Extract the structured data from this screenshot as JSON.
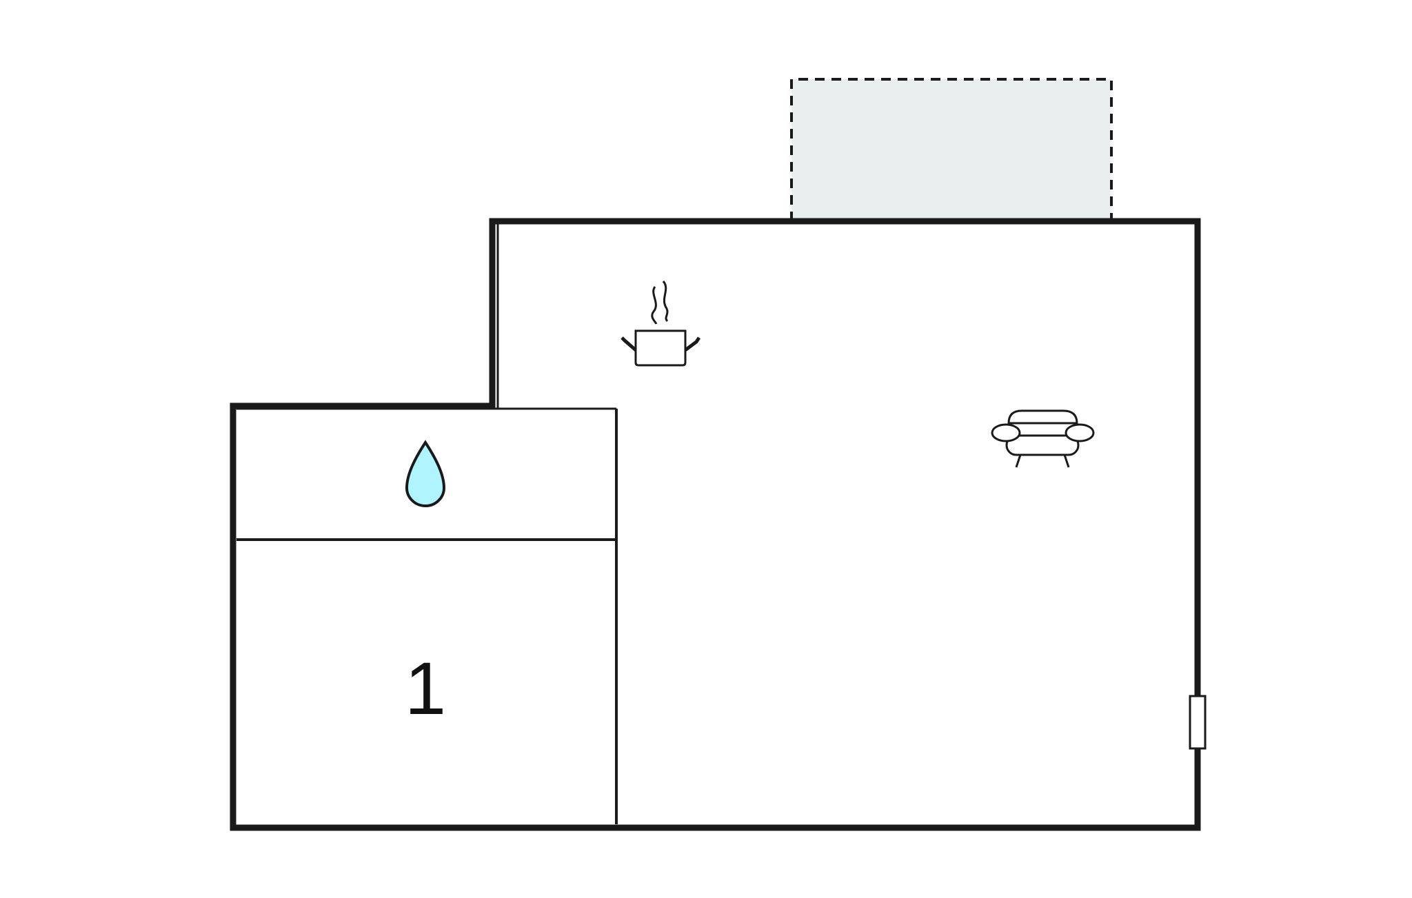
{
  "floorplan": {
    "rooms": [
      {
        "id": "bathroom",
        "icon": "water-drop-icon",
        "label": ""
      },
      {
        "id": "bedroom",
        "icon": "",
        "label": "1"
      },
      {
        "id": "kitchen-living",
        "icon": "cooking-pot-icon",
        "label": ""
      },
      {
        "id": "living-area",
        "icon": "sofa-icon",
        "label": ""
      },
      {
        "id": "terrace",
        "icon": "",
        "label": ""
      }
    ],
    "bedroom_label": "1"
  },
  "colors": {
    "wall": "#1a1a1a",
    "terrace_fill": "#e8efee",
    "water_drop": "#b0f4ff",
    "background": "#ffffff"
  }
}
